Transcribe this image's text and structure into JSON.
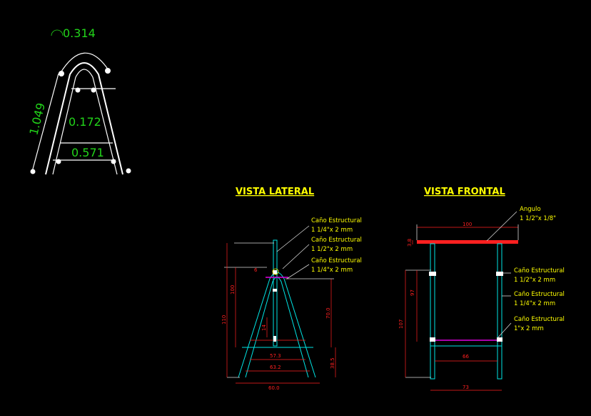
{
  "sketch": {
    "arc_dim": "0.314",
    "side_dim": "1.049",
    "middle_dim": "0.172",
    "bottom_dim": "0.571"
  },
  "lateral": {
    "title": "VISTA LATERAL",
    "callouts": [
      {
        "line1": "Caño Estructural",
        "line2": "1 1/4\"x 2 mm"
      },
      {
        "line1": "Caño Estructural",
        "line2": "1 1/2\"x 2 mm"
      },
      {
        "line1": "Caño Estructural",
        "line2": "1 1/4\"x 2 mm"
      }
    ],
    "dims": {
      "left_total": "110",
      "left_upper": "100",
      "inner_small": "14",
      "top_small": "6",
      "right_total": "70.0",
      "right_lower": "38.5",
      "inner_width": "57.3",
      "mid_width": "63.2",
      "base_width": "60.0"
    }
  },
  "frontal": {
    "title": "VISTA FRONTAL",
    "angle_callout": {
      "line1": "Angulo",
      "line2": "1 1/2\"x 1/8\""
    },
    "callouts": [
      {
        "line1": "Caño Estructural",
        "line2": "1 1/2\"x 2 mm"
      },
      {
        "line1": "Caño Estructural",
        "line2": "1 1/4\"x 2 mm"
      },
      {
        "line1": "Caño Estructural",
        "line2": "1\"x 2 mm"
      }
    ],
    "dims": {
      "top_width": "100",
      "top_thick": "3.8",
      "left_total": "107",
      "left_upper": "97",
      "inner_width": "66",
      "base_width": "73"
    }
  },
  "colors": {
    "background": "#000000",
    "dimension_text": "#22d41a",
    "annotation_text": "#ffff00",
    "dimension_lines": "#ff2020",
    "tubes": "#00e5e5",
    "crossbar": "#e000e0"
  }
}
